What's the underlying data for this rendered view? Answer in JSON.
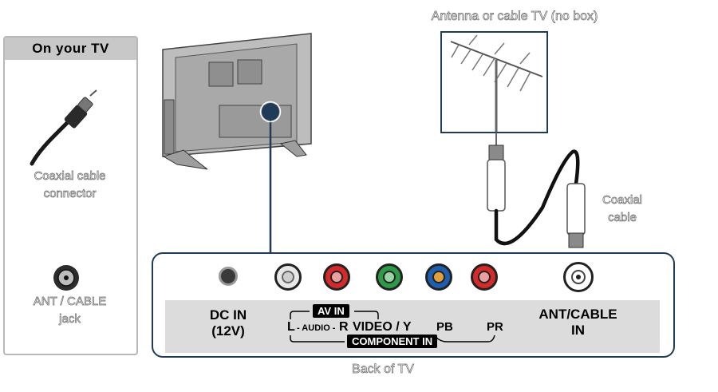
{
  "left_panel": {
    "title": "On your TV",
    "coax_connector_label_line1": "Coaxial cable",
    "coax_connector_label_line2": "connector",
    "jack_label_line1": "ANT / CABLE",
    "jack_label_line2": "jack"
  },
  "antenna": {
    "caption": "Antenna or cable TV (no box)"
  },
  "cable": {
    "label_line1": "Coaxial",
    "label_line2": "cable"
  },
  "back_panel": {
    "caption": "Back of TV",
    "dc_in_line1": "DC IN",
    "dc_in_line2": "(12V)",
    "av_in": "AV IN",
    "audio_l": "L",
    "audio_mid": "- AUDIO -",
    "audio_r": "R",
    "video_y": "VIDEO / Y",
    "pb": "PB",
    "pr": "PR",
    "component_in": "COMPONENT IN",
    "ant_cable_in_line1": "ANT/CABLE",
    "ant_cable_in_line2": "IN"
  },
  "colors": {
    "panel_border": "#1f3b57",
    "jack_white": "#e8e8e8",
    "jack_red": "#d42a2a",
    "jack_green": "#2e9a46",
    "jack_blue": "#1f5fb0"
  }
}
